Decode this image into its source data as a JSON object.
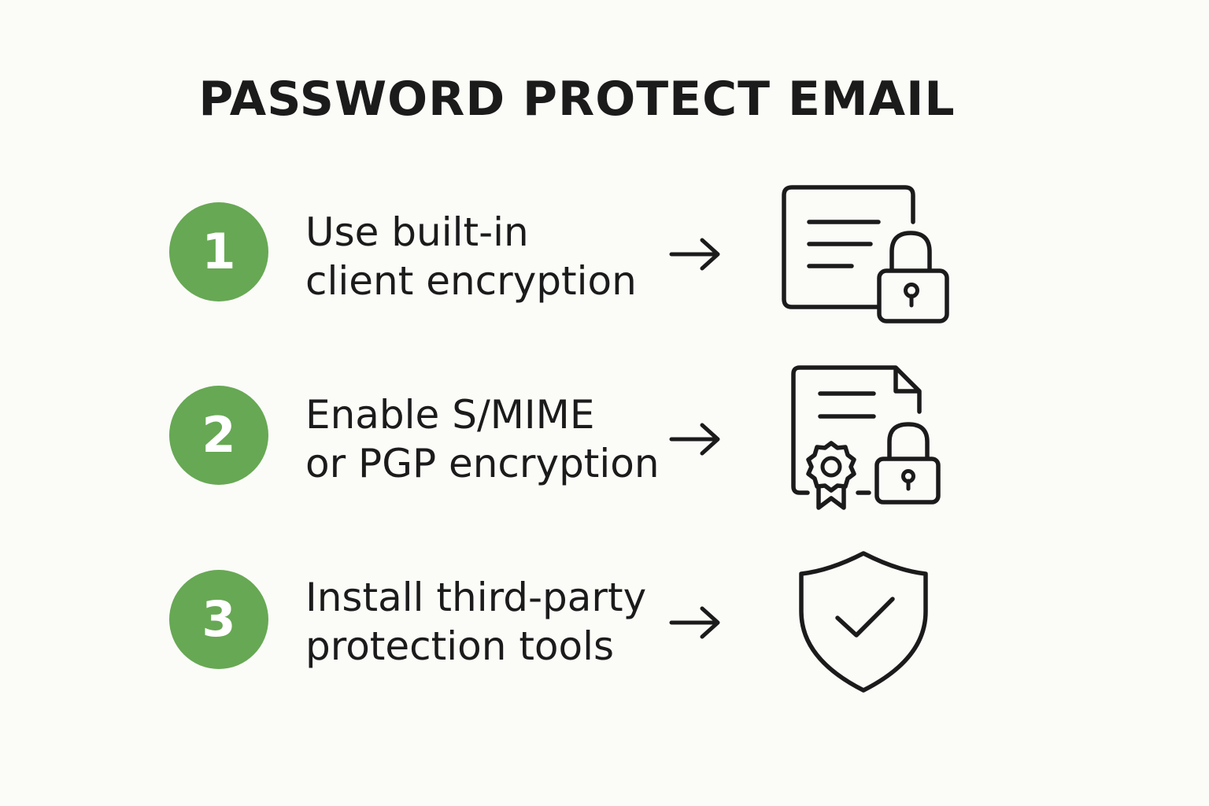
{
  "title": "PASSWORD PROTECT EMAIL",
  "accent_color": "#67a854",
  "steps": [
    {
      "number": "1",
      "line1": "Use built-in",
      "line2": "client encryption",
      "icon": "document-lock-icon"
    },
    {
      "number": "2",
      "line1": "Enable S/MIME",
      "line2": "or PGP encryption",
      "icon": "certificate-lock-icon"
    },
    {
      "number": "3",
      "line1": "Install third-party",
      "line2": "protection tools",
      "icon": "shield-check-icon"
    }
  ]
}
